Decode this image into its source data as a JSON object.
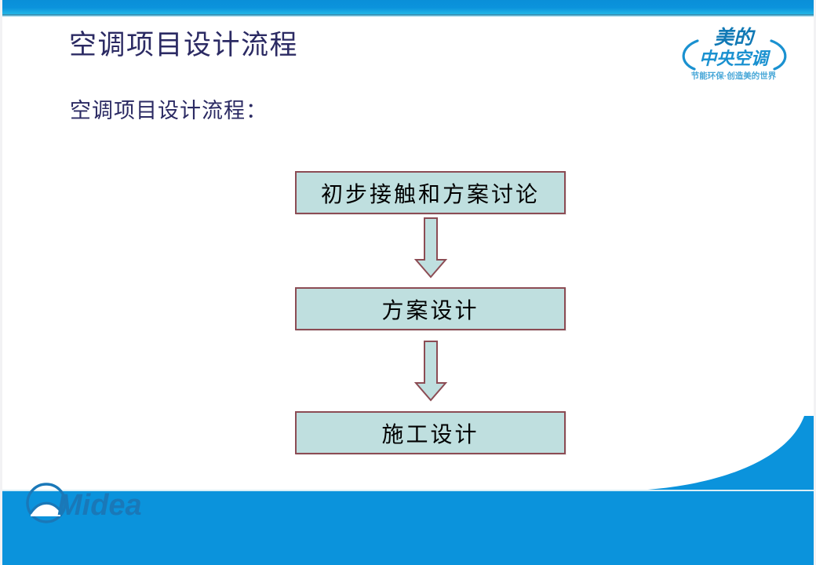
{
  "slide": {
    "title": "空调项目设计流程",
    "subtitle": "空调项目设计流程：",
    "title_color": "#2b2a63",
    "accent_blue": "#0b93dc",
    "box_fill": "#bfdfdf",
    "box_border": "#8c4c54"
  },
  "brand": {
    "logo_line1": "美的",
    "logo_line2": "中央空调",
    "tagline": "节能环保·创造美的世界",
    "wordmark": "Midea",
    "logo_color": "#1a91d0"
  },
  "flow": {
    "steps": [
      {
        "label": "初步接触和方案讨论"
      },
      {
        "label": "方案设计"
      },
      {
        "label": "施工设计"
      }
    ],
    "connectors": [
      {
        "name": "arrow-down-1"
      },
      {
        "name": "arrow-down-2"
      }
    ]
  }
}
